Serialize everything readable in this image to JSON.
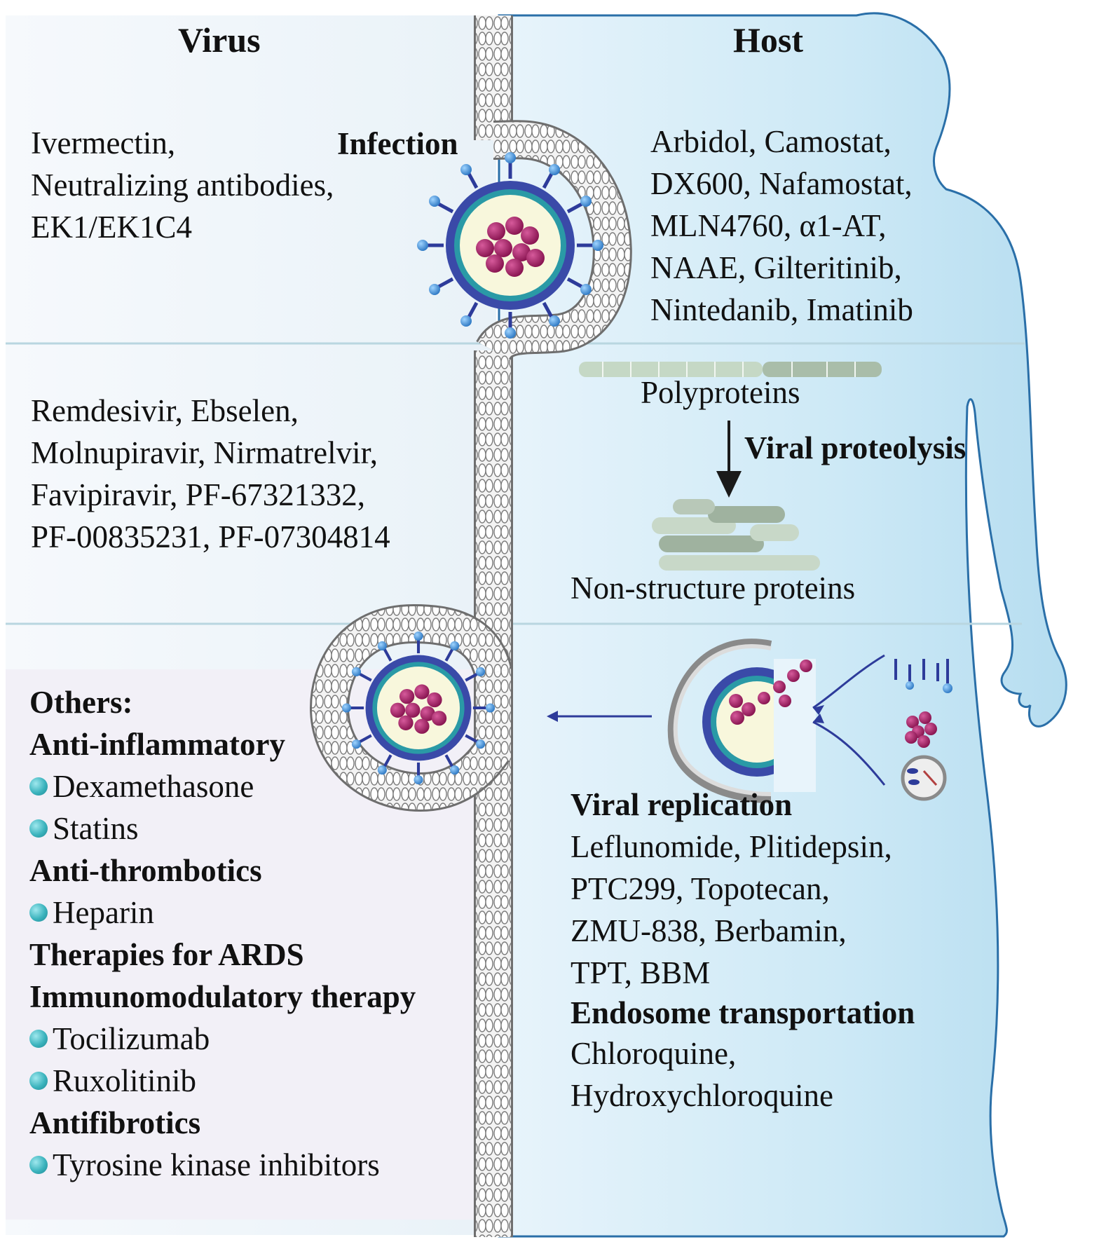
{
  "headers": {
    "virus": "Virus",
    "host": "Host"
  },
  "infection": {
    "label": "Infection",
    "virus_drugs": [
      "Ivermectin,",
      "Neutralizing antibodies,",
      "EK1/EK1C4"
    ],
    "host_drugs": [
      "Arbidol, Camostat,",
      "DX600, Nafamostat,",
      "MLN4760, α1-AT,",
      "NAAE, Gilteritinib,",
      "Nintedanib, Imatinib"
    ]
  },
  "proteolysis": {
    "polyproteins_label": "Polyproteins",
    "arrow_label": "Viral proteolysis",
    "product_label": "Non-structure proteins",
    "virus_drugs": [
      "Remdesivir, Ebselen,",
      "Molnupiravir, Nirmatrelvir,",
      "Favipiravir, PF-67321332,",
      "PF-00835231, PF-07304814"
    ]
  },
  "replication": {
    "title": "Viral replication",
    "drugs": [
      "Leflunomide, Plitidepsin,",
      "PTC299, Topotecan,",
      "ZMU-838, Berbamin,",
      "TPT, BBM"
    ],
    "endosome_title": "Endosome transportation",
    "endosome_drugs": [
      "Chloroquine,",
      "Hydroxychloroquine"
    ]
  },
  "others": {
    "items": [
      {
        "text": "Others:",
        "style": "heading"
      },
      {
        "text": "Anti-inflammatory",
        "style": "heading"
      },
      {
        "text": "Dexamethasone",
        "style": "bullet"
      },
      {
        "text": "Statins",
        "style": "bullet"
      },
      {
        "text": "Anti-thrombotics",
        "style": "heading"
      },
      {
        "text": "Heparin",
        "style": "bullet"
      },
      {
        "text": "Therapies for ARDS",
        "style": "heading"
      },
      {
        "text": "Immunomodulatory therapy",
        "style": "heading"
      },
      {
        "text": "Tocilizumab",
        "style": "bullet"
      },
      {
        "text": "Ruxolitinib",
        "style": "bullet"
      },
      {
        "text": "Antifibrotics",
        "style": "heading"
      },
      {
        "text": "Tyrosine kinase inhibitors",
        "style": "bullet"
      }
    ]
  },
  "colors": {
    "host_body_fill": "#cde9f6",
    "host_body_stroke": "#2a6fa8",
    "virus_panel": "#eef5fa",
    "others_panel": "#f2f0f7",
    "membrane": "#d9d9d9",
    "spike": "#2d3b9a",
    "rna": "#9a1459",
    "capsid": "#f8f7dc",
    "bullet": "#3bb3bd"
  }
}
